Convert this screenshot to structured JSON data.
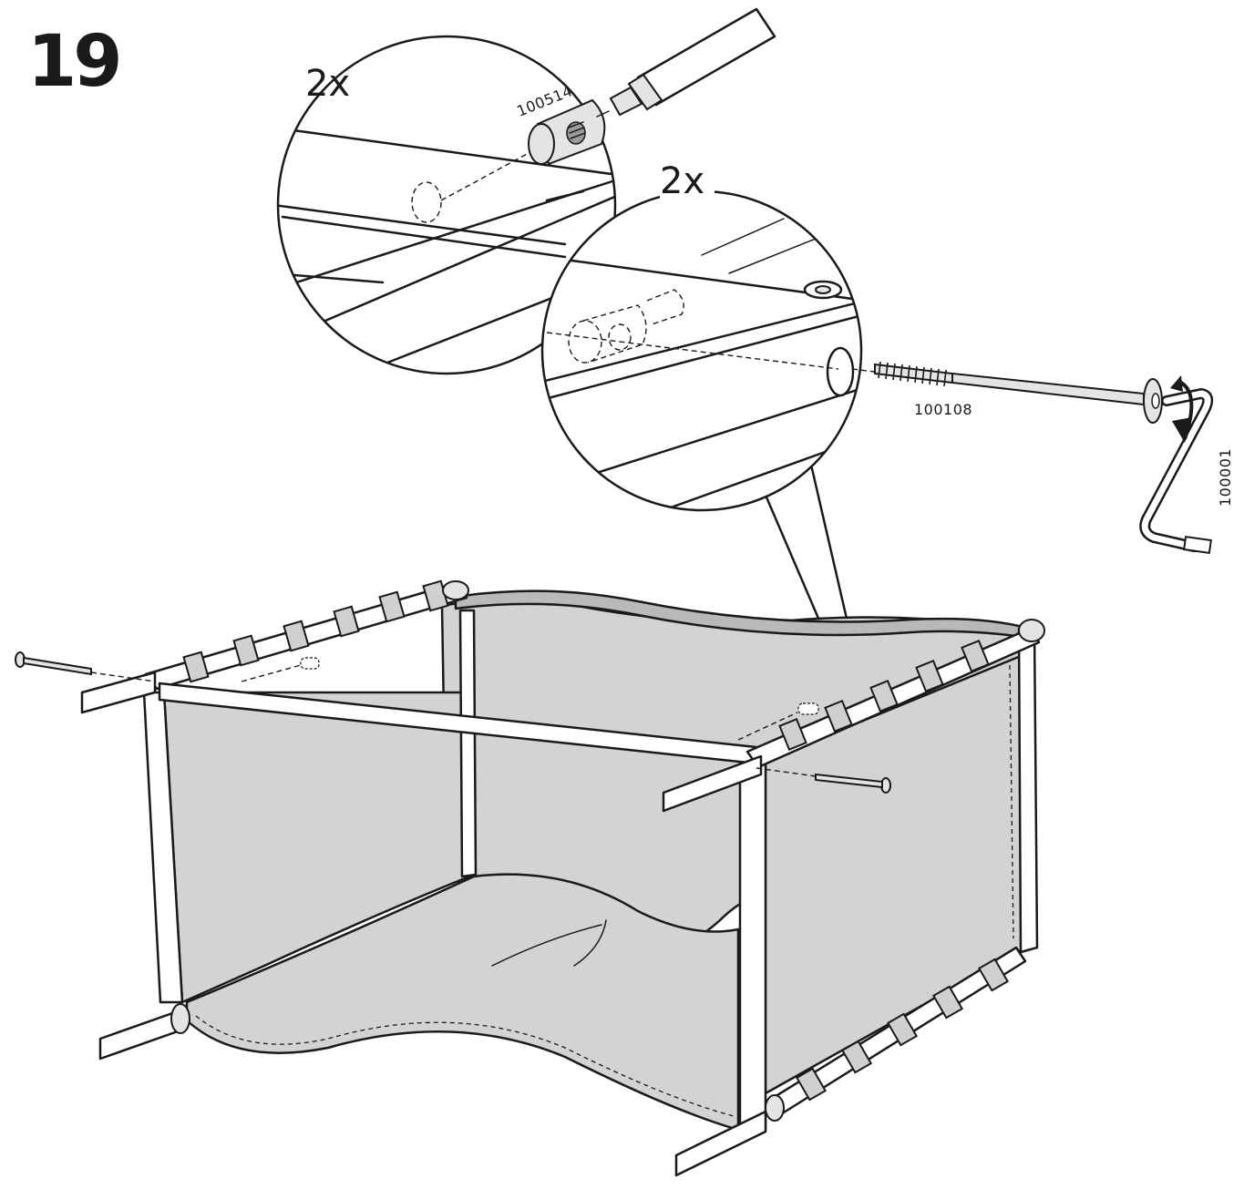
{
  "step": {
    "number": "19"
  },
  "callouts": {
    "upper": {
      "quantity": "2x",
      "part_number": "100514"
    },
    "lower": {
      "quantity": "2x",
      "bolt_part_number": "100108",
      "key_part_number": "100001"
    }
  },
  "colors": {
    "line": "#1a1a1a",
    "fabric": "#d3d3d3",
    "fabric_shadow": "#b9b9b9",
    "background": "#ffffff"
  },
  "icons": [
    "allen-key-icon",
    "rotation-arrow-icon",
    "bolt-icon",
    "barrel-nut-icon"
  ]
}
